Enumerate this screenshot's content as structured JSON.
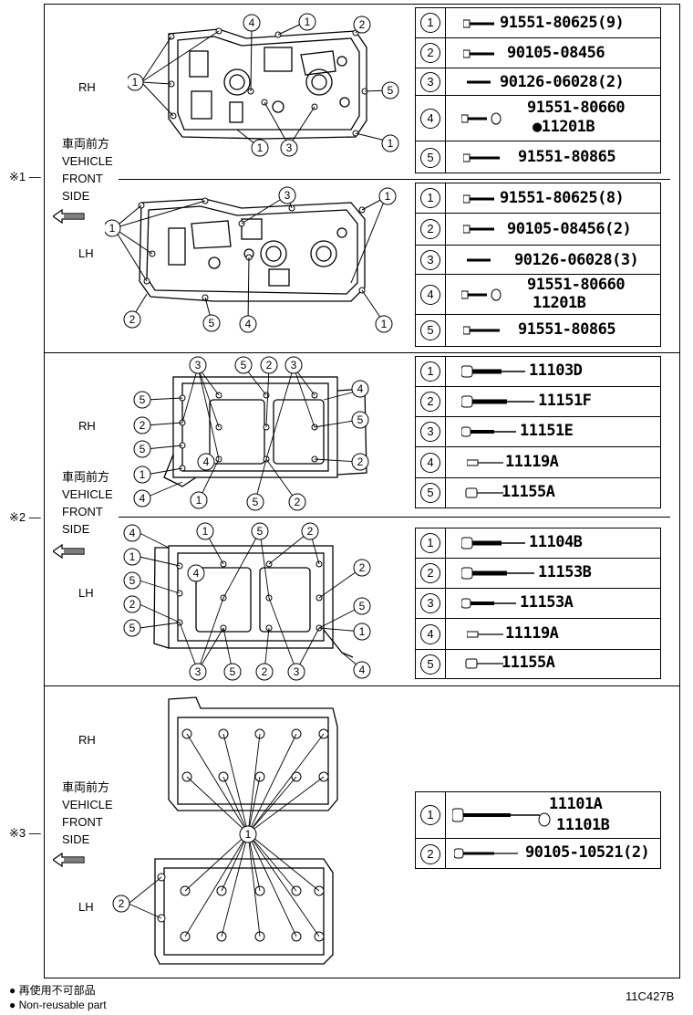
{
  "side_marks": [
    "※1",
    "※2",
    "※3"
  ],
  "direction_label": {
    "line1": "車両前方",
    "line2": "VEHICLE",
    "line3": "FRONT",
    "line4": "SIDE"
  },
  "rh": "RH",
  "lh": "LH",
  "tables": {
    "s1_rh": [
      {
        "num": "1",
        "code": "91551-80625(9)"
      },
      {
        "num": "2",
        "code": "90105-08456"
      },
      {
        "num": "3",
        "code": "90126-06028(2)"
      },
      {
        "num": "4",
        "code": "91551-80660",
        "code2": "●11201B"
      },
      {
        "num": "5",
        "code": "91551-80865"
      }
    ],
    "s1_lh": [
      {
        "num": "1",
        "code": "91551-80625(8)"
      },
      {
        "num": "2",
        "code": "90105-08456(2)"
      },
      {
        "num": "3",
        "code": "90126-06028(3)"
      },
      {
        "num": "4",
        "code": "91551-80660",
        "code2": "11201B"
      },
      {
        "num": "5",
        "code": "91551-80865"
      }
    ],
    "s2_rh": [
      {
        "num": "1",
        "code": "11103D"
      },
      {
        "num": "2",
        "code": "11151F"
      },
      {
        "num": "3",
        "code": "11151E"
      },
      {
        "num": "4",
        "code": "11119A"
      },
      {
        "num": "5",
        "code": "11155A"
      }
    ],
    "s2_lh": [
      {
        "num": "1",
        "code": "11104B"
      },
      {
        "num": "2",
        "code": "11153B"
      },
      {
        "num": "3",
        "code": "11153A"
      },
      {
        "num": "4",
        "code": "11119A"
      },
      {
        "num": "5",
        "code": "11155A"
      }
    ],
    "s3": [
      {
        "num": "1",
        "code": "11101A",
        "code2": "11101B"
      },
      {
        "num": "2",
        "code": "90105-10521(2)"
      }
    ]
  },
  "footer": {
    "jp": "● 再使用不可部品",
    "en": "● Non-reusable part",
    "ref": "11C427B"
  },
  "colors": {
    "line": "#000000",
    "background": "#ffffff"
  }
}
